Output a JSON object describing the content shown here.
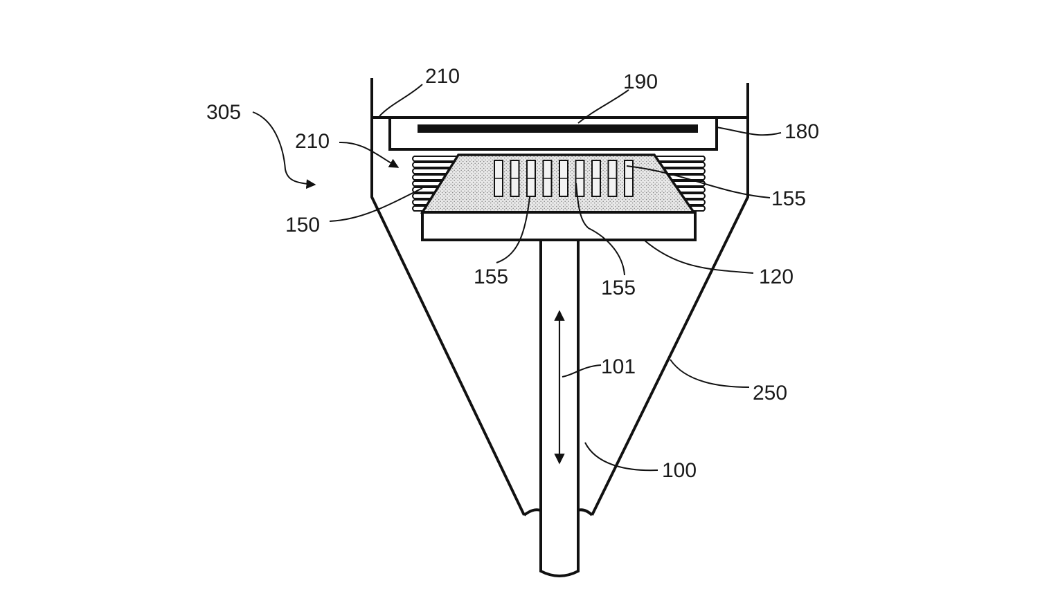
{
  "figure": {
    "labels": {
      "l305": "305",
      "l210_top": "210",
      "l190": "190",
      "l180": "180",
      "l210_side": "210",
      "l155_right": "155",
      "l150": "150",
      "l155_left": "155",
      "l155_mid": "155",
      "l120": "120",
      "l101": "101",
      "l250": "250",
      "l100": "100"
    }
  },
  "colors": {
    "line": "#111111",
    "stipple": "#bdbdbd",
    "background": "#ffffff"
  }
}
